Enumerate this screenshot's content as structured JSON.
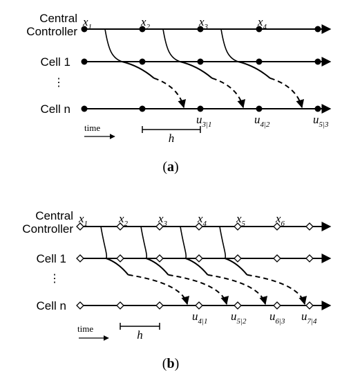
{
  "panels": [
    {
      "id": "a",
      "caption": {
        "open": "(",
        "letter": "a",
        "close": ")"
      },
      "rows": [
        {
          "label_lines": [
            "Central",
            "Controller"
          ]
        },
        {
          "label_lines": [
            "Cell 1"
          ]
        },
        {
          "label_lines": [
            "⋮"
          ]
        },
        {
          "label_lines": [
            "Cell n"
          ]
        }
      ],
      "marker": "dot",
      "state_labels": [
        {
          "base": "x",
          "sub": "1"
        },
        {
          "base": "x",
          "sub": "2"
        },
        {
          "base": "x",
          "sub": "3"
        },
        {
          "base": "x",
          "sub": "4"
        }
      ],
      "input_labels": [
        {
          "base": "u",
          "sub": "3|1"
        },
        {
          "base": "u",
          "sub": "4|2"
        },
        {
          "base": "u",
          "sub": "5|3"
        }
      ],
      "time_label": "time",
      "period_label": "h"
    },
    {
      "id": "b",
      "caption": {
        "open": "(",
        "letter": "b",
        "close": ")"
      },
      "rows": [
        {
          "label_lines": [
            "Central",
            "Controller"
          ]
        },
        {
          "label_lines": [
            "Cell 1"
          ]
        },
        {
          "label_lines": [
            "⋮"
          ]
        },
        {
          "label_lines": [
            "Cell n"
          ]
        }
      ],
      "marker": "diamond",
      "state_labels": [
        {
          "base": "x",
          "sub": "1"
        },
        {
          "base": "x",
          "sub": "2"
        },
        {
          "base": "x",
          "sub": "3"
        },
        {
          "base": "x",
          "sub": "4"
        },
        {
          "base": "x",
          "sub": "5"
        },
        {
          "base": "x",
          "sub": "6"
        }
      ],
      "input_labels": [
        {
          "base": "u",
          "sub": "4|1"
        },
        {
          "base": "u",
          "sub": "5|2"
        },
        {
          "base": "u",
          "sub": "6|3"
        },
        {
          "base": "u",
          "sub": "7|4"
        }
      ],
      "time_label": "time",
      "period_label": "h"
    }
  ]
}
